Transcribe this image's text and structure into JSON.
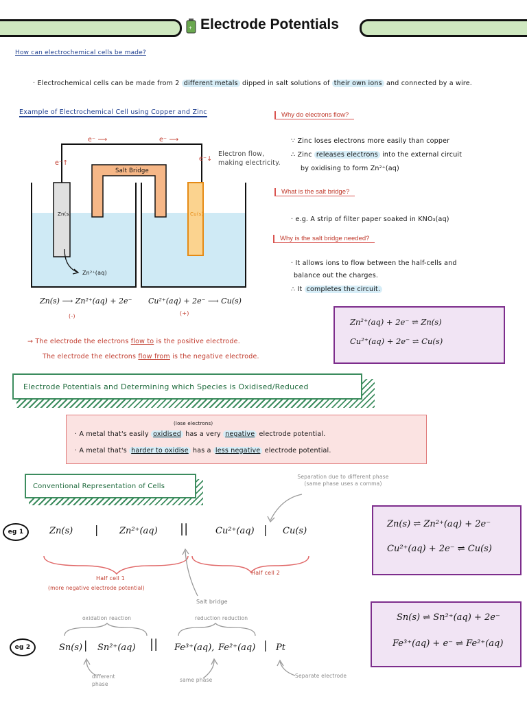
{
  "header": {
    "icon": "battery-icon",
    "title": "Electrode Potentials"
  },
  "section1": {
    "question": "How can electrochemical cells be made?",
    "text_a": "· Electrochemical cells can be made from 2",
    "text_hl1": "different metals",
    "text_b": "dipped in salt solutions of",
    "text_hl2": "their own ions",
    "text_c": "and connected by a",
    "text_d": "wire."
  },
  "example": {
    "heading": "Example of Electrochemical Cell using Copper and Zinc",
    "electron1": "e⁻ ⟶",
    "electron2": "e⁻ ⟶",
    "electron_left": "e⁻↑",
    "electron_right": "e⁻↓",
    "salt_bridge": "Salt Bridge",
    "zn_label": "Zn(s)",
    "cu_label": "Cu(s)",
    "zn_ion": "Zn²⁺(aq)",
    "flow_note": "Electron flow, making electricity.",
    "eq_left": "Zn(s) ⟶ Zn²⁺(aq) + 2e⁻",
    "eq_right": "Cu²⁺(aq) + 2e⁻ ⟶ Cu(s)",
    "sign_left": "(-)",
    "sign_right": "(+)"
  },
  "why_flow": {
    "heading": "Why do electrons flow?",
    "line1": "∵ Zinc loses electrons more easily than copper",
    "line2a": "∴ Zinc",
    "line2hl": "releases electrons",
    "line2b": "into the external circuit",
    "line3": "by oxidising to form Zn²⁺(aq)"
  },
  "salt_bridge": {
    "heading": "What is the salt bridge?",
    "line": "· e.g. A strip of filter paper soaked in KNO₃(aq)"
  },
  "why_bridge": {
    "heading": "Why is the salt bridge needed?",
    "line1": "· It allows ions to flow between the half-cells and",
    "line2": "balance out the charges.",
    "line3a": "∴ It",
    "line3hl": "completes the circuit."
  },
  "box1": {
    "eq1": "Zn²⁺(aq)  +  2e⁻  ⇌  Zn(s)",
    "eq2": "Cu²⁺(aq)  +  2e⁻  ⇌  Cu(s)"
  },
  "note": {
    "line1a": "→ The electrode the electrons",
    "line1u": "flow to",
    "line1b": "is the positive electrode.",
    "line2a": "The electrode the electrons",
    "line2u": "flow from",
    "line2b": "is the negative electrode."
  },
  "section2": {
    "heading": "Electrode Potentials and Determining which Species is Oxidised/Reduced"
  },
  "pink": {
    "small_note": "(lose electrons)",
    "line1a": "· A metal that's easily",
    "line1u": "oxidised",
    "line1b": "has a very",
    "line1u2": "negative",
    "line1c": "electrode potential.",
    "line2a": "· A metal that's",
    "line2u": "harder to oxidise",
    "line2b": "has a",
    "line2u2": "less negative",
    "line2c": "electrode potential."
  },
  "section3": {
    "heading": "Conventional Representation of Cells"
  },
  "eg1": {
    "label": "eg 1",
    "cells": [
      "Zn(s)",
      "|",
      "Zn²⁺(aq)",
      "||",
      "Cu²⁺(aq)",
      "|",
      "Cu(s)"
    ],
    "separation_note": "Separation due to different phase (same phase uses a comma)",
    "half1": "Half cell 1",
    "half1_note": "(more negative electrode potential)",
    "half2": "Half cell 2",
    "salt_bridge": "Salt bridge"
  },
  "box2": {
    "eq1": "Zn(s) ⇌ Zn²⁺(aq) + 2e⁻",
    "eq2": "Cu²⁺(aq) + 2e⁻ ⇌ Cu(s)"
  },
  "eg2": {
    "label": "eg 2",
    "oxidation": "oxidation reaction",
    "reduction": "reduction reduction",
    "cells": [
      "Sn(s)",
      "|",
      "Sn²⁺(aq)",
      "||",
      "Fe³⁺(aq),",
      "Fe²⁺(aq)",
      "|",
      "Pt"
    ],
    "different_phase": "different phase",
    "same_phase": "same phase",
    "separate_electrode": "Separate electrode"
  },
  "box3": {
    "eq1": "Sn(s) ⇌ Sn²⁺(aq) + 2e⁻",
    "eq2": "Fe³⁺(aq) + e⁻ ⇌ Fe²⁺(aq)"
  }
}
